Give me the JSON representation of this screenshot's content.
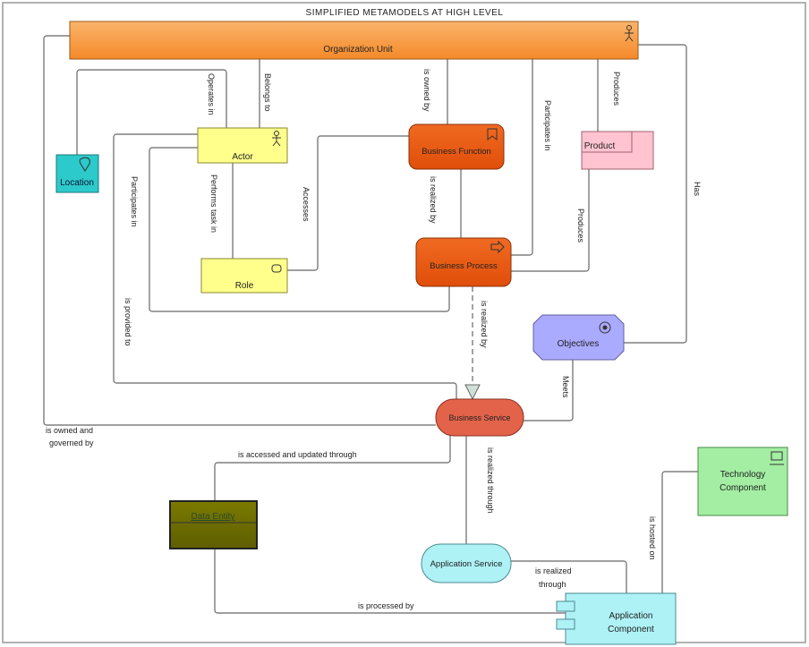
{
  "title": "SIMPLIFIED METAMODELS AT HIGH LEVEL",
  "nodes": {
    "organization_unit": "Organization Unit",
    "location": "Location",
    "actor": "Actor",
    "role": "Role",
    "business_function": "Business Function",
    "product": "Product",
    "business_process": "Business Process",
    "objectives": "Objectives",
    "business_service": "Business Service",
    "data_entity": "Data Entity",
    "technology_component_1": "Technology",
    "technology_component_2": "Component",
    "application_service": "Application Service",
    "application_component_1": "Application",
    "application_component_2": "Component"
  },
  "relations": {
    "operates_in": "Operates in",
    "belongs_to": "Belongs to",
    "is_owned_by": "is owned by",
    "participates_in_top": "Participates in",
    "produces_top": "Produces",
    "has": "Has",
    "performs_task_in": "Performs task in",
    "accesses": "Accesses",
    "participates_in_left": "Participates in",
    "is_realized_by_bf": "is realized by",
    "produces_bottom": "Produces",
    "is_provided_to": "is provided to",
    "is_realized_by_bp": "is realized by",
    "meets": "Meets",
    "owned_governed_1": "is owned and",
    "owned_governed_2": "governed by",
    "accessed_updated": "is accessed and updated through",
    "is_realized_through_bs": "is realized through",
    "realized_through_1": "is realized",
    "realized_through_2": "through",
    "is_hosted_on": "is hosted on",
    "is_processed_by": "is processed by"
  },
  "colors": {
    "organization_unit": "#f79a45",
    "location": "#33cccc",
    "actor_role": "#ffff8c",
    "business": "#ea5a14",
    "product": "#ffc4d0",
    "objectives": "#aaaaff",
    "business_service": "#e2634a",
    "data_entity": "#6e6e00",
    "technology": "#a3eea3",
    "application": "#aef2f6"
  }
}
